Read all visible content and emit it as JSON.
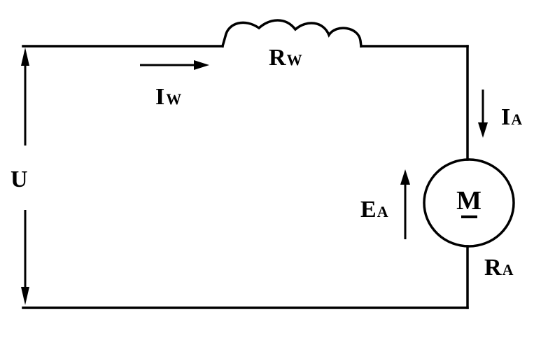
{
  "diagram": {
    "type": "dc-motor-circuit",
    "colors": {
      "line": "#000000",
      "background": "#ffffff"
    },
    "labels": {
      "voltage": {
        "main": "U",
        "sub": ""
      },
      "winding_resistance": {
        "main": "R",
        "sub": "W"
      },
      "winding_current": {
        "main": "I",
        "sub": "W"
      },
      "armature_current": {
        "main": "I",
        "sub": "A"
      },
      "back_emf": {
        "main": "E",
        "sub": "A"
      },
      "armature_resistance": {
        "main": "R",
        "sub": "A"
      },
      "motor_symbol": "M"
    },
    "components": [
      {
        "id": "source-voltage",
        "symbol": "double-arrow",
        "label": "U"
      },
      {
        "id": "winding",
        "symbol": "coil",
        "label": "RW"
      },
      {
        "id": "motor",
        "symbol": "circle-M-underlined",
        "label": "M"
      },
      {
        "id": "armature-resistance",
        "label": "RA"
      }
    ],
    "arrows": [
      {
        "id": "iw-arrow",
        "direction": "right",
        "label": "IW"
      },
      {
        "id": "ia-arrow",
        "direction": "down",
        "label": "IA"
      },
      {
        "id": "ea-arrow",
        "direction": "up",
        "label": "EA"
      },
      {
        "id": "u-arrow",
        "direction": "both-vertical",
        "label": "U"
      }
    ]
  }
}
